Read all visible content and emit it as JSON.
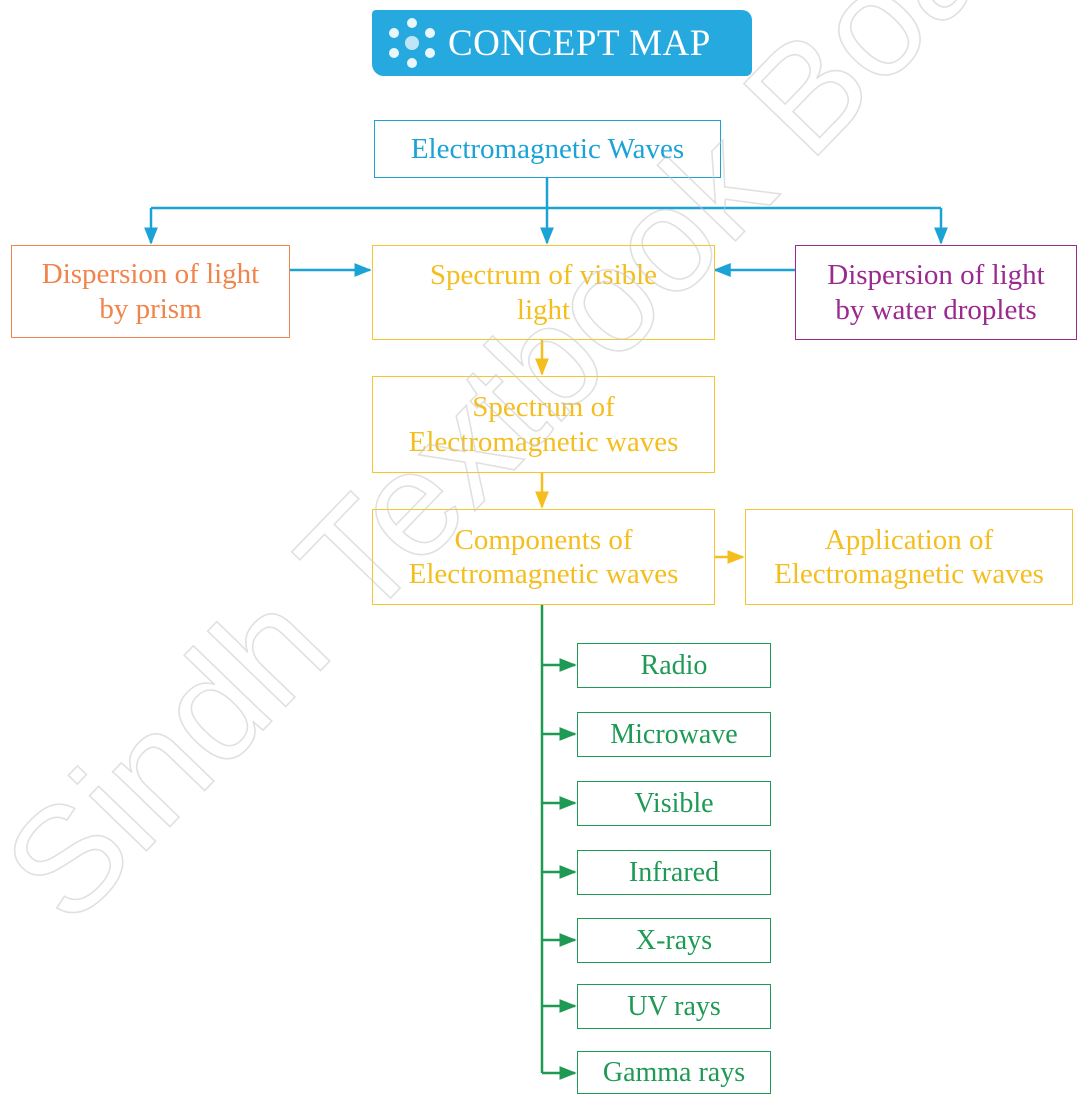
{
  "banner": {
    "title": "CONCEPT MAP",
    "icon": "network-dots-icon"
  },
  "nodes": {
    "root": "Electromagnetic Waves",
    "prism": "Dispersion of light\nby prism",
    "visible_spectrum": "Spectrum of visible\nlight",
    "water": "Dispersion of light\nby water droplets",
    "em_spectrum": "Spectrum of\nElectromagnetic waves",
    "components": "Components of\nElectromagnetic waves",
    "application": "Application of\nElectromagnetic waves"
  },
  "components_list": [
    "Radio",
    "Microwave",
    "Visible",
    "Infrared",
    "X-rays",
    "UV rays",
    "Gamma rays"
  ],
  "watermark": "Sindh Textbook Board Jam",
  "colors": {
    "blue": "#1ba3d6",
    "orange": "#f0844a",
    "yellow": "#f4be1f",
    "purple": "#9b2a8f",
    "green": "#1e9a55",
    "banner": "#26a9df"
  }
}
